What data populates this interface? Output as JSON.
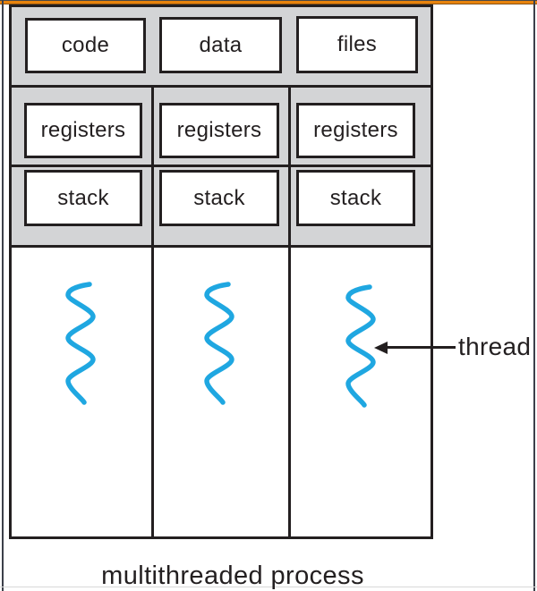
{
  "meta": {
    "caption": "multithreaded process"
  },
  "shared_state": {
    "code": "code",
    "data": "data",
    "files": "files"
  },
  "threads": [
    {
      "registers": "registers",
      "stack": "stack"
    },
    {
      "registers": "registers",
      "stack": "stack"
    },
    {
      "registers": "registers",
      "stack": "stack"
    }
  ],
  "annotation": {
    "label": "thread"
  },
  "colors": {
    "thread_blue": "#1fa7e1",
    "panel_gray": "#d3d4d6",
    "line_black": "#231f20",
    "frame_orange": "#e8830d"
  }
}
